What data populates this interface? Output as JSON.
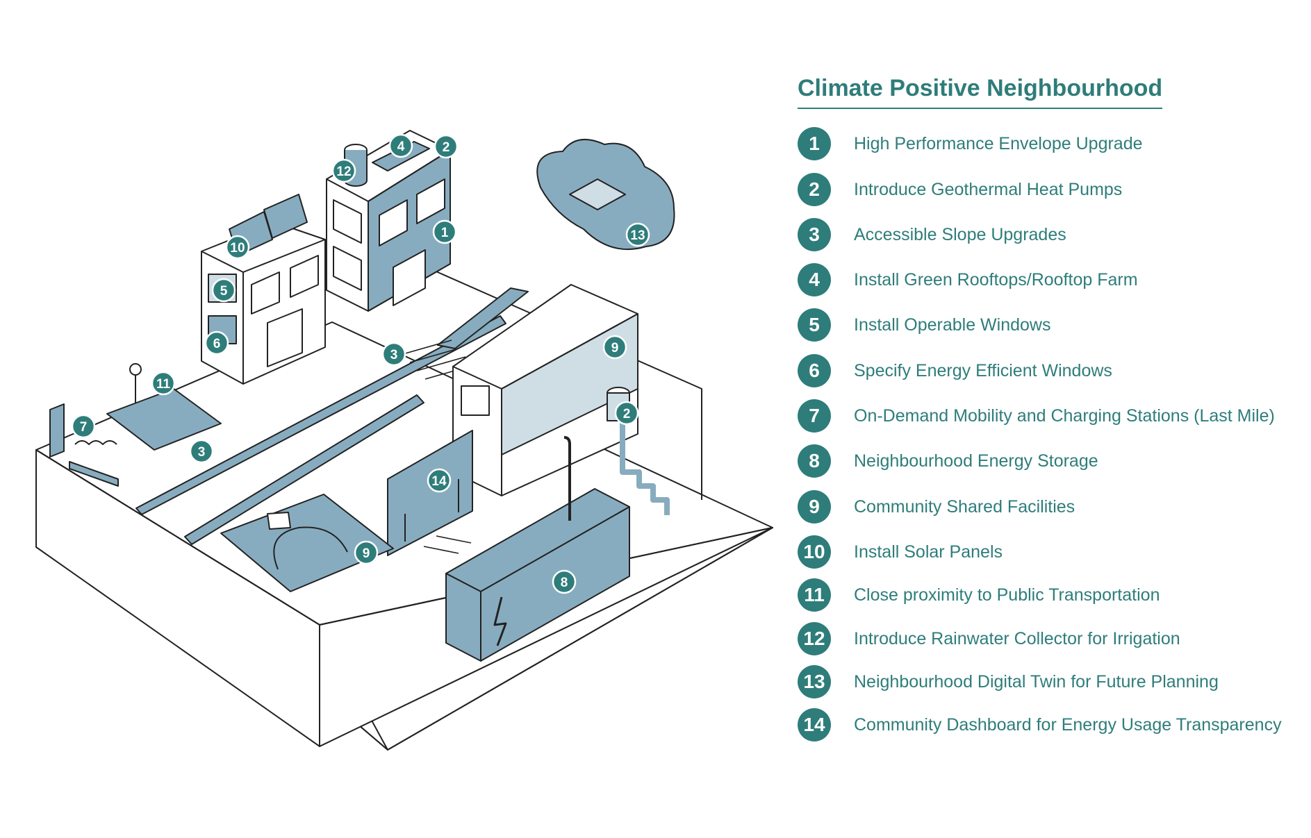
{
  "title": "Climate Positive Neighbourhood",
  "legend": [
    {
      "n": "1",
      "label": "High Performance Envelope Upgrade"
    },
    {
      "n": "2",
      "label": "Introduce Geothermal Heat Pumps"
    },
    {
      "n": "3",
      "label": "Accessible Slope Upgrades"
    },
    {
      "n": "4",
      "label": "Install Green Rooftops/Rooftop Farm"
    },
    {
      "n": "5",
      "label": "Install Operable Windows"
    },
    {
      "n": "6",
      "label": "Specify Energy Efficient Windows"
    },
    {
      "n": "7",
      "label": "On-Demand Mobility and Charging Stations (Last Mile)"
    },
    {
      "n": "8",
      "label": "Neighbourhood Energy Storage"
    },
    {
      "n": "9",
      "label": "Community Shared Facilities"
    },
    {
      "n": "10",
      "label": "Install Solar Panels"
    },
    {
      "n": "11",
      "label": "Close proximity to Public Transportation"
    },
    {
      "n": "12",
      "label": "Introduce Rainwater Collector for Irrigation"
    },
    {
      "n": "13",
      "label": "Neighbourhood Digital Twin for Future Planning"
    },
    {
      "n": "14",
      "label": "Community Dashboard for Energy Usage Transparency"
    }
  ],
  "markers": [
    "1",
    "2",
    "3",
    "4",
    "5",
    "6",
    "7",
    "8",
    "9",
    "10",
    "11",
    "12",
    "13",
    "14",
    "3",
    "2",
    "9"
  ],
  "colors": {
    "accent": "#2e7d7a",
    "fill": "#88acbf",
    "fill_light": "#cfdde5",
    "outline": "#222222"
  }
}
